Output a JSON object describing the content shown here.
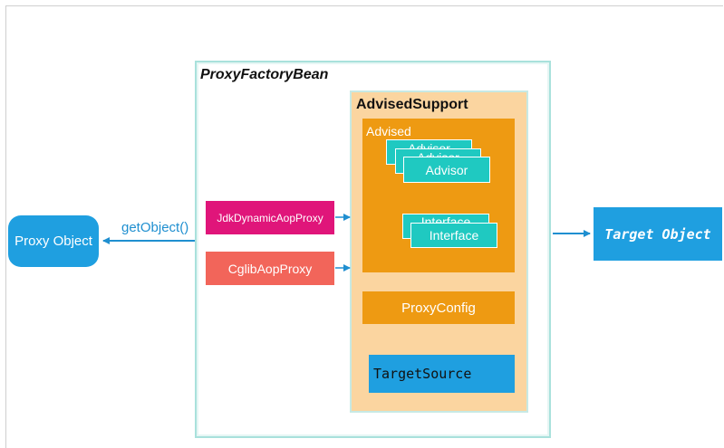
{
  "diagram": {
    "proxy_factory_bean": "ProxyFactoryBean",
    "advised_support": "AdvisedSupport",
    "advised": "Advised",
    "advisor_stack": [
      "Advisor",
      "Advisor",
      "Advisor"
    ],
    "interface_stack": [
      "Interface",
      "Interface"
    ],
    "proxy_config": "ProxyConfig",
    "target_source": "TargetSource",
    "jdk_proxy": "JdkDynamicAopProxy",
    "cglib_proxy": "CglibAopProxy",
    "proxy_object": "Proxy Object",
    "get_object": "getObject()",
    "target_object": "Target Object"
  },
  "colors": {
    "accent_blue": "#1f9fe0",
    "orange": "#ee9a12",
    "light_orange": "#fbd5a0",
    "teal": "#1fc9c1",
    "magenta": "#e0157a",
    "salmon": "#f2655a"
  }
}
